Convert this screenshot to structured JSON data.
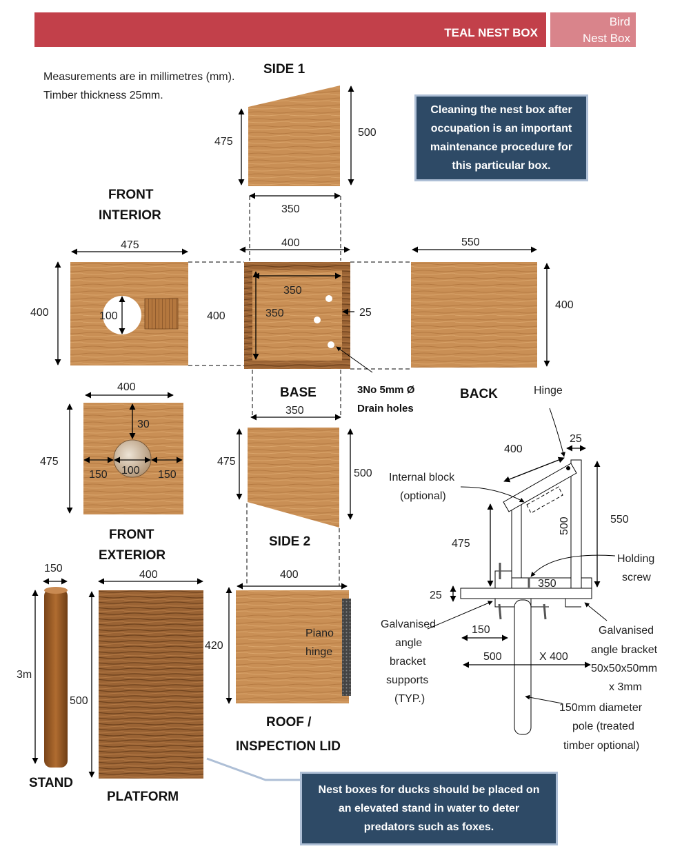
{
  "header": {
    "title": "TEAL NEST BOX",
    "category_line1": "Bird",
    "category_line2": "Nest Box"
  },
  "notes": {
    "measurements": "Measurements are in millimetres (mm).",
    "timber": "Timber thickness 25mm.",
    "cleaning": "Cleaning the nest box after occupation is an important maintenance procedure for this particular box.",
    "ducks": "Nest boxes for ducks should be placed on an elevated stand in water to deter predators such as foxes."
  },
  "labels": {
    "side1": "SIDE 1",
    "front_interior_1": "FRONT",
    "front_interior_2": "INTERIOR",
    "base": "BASE",
    "back": "BACK",
    "drain_1": "3No 5mm Ø",
    "drain_2": "Drain holes",
    "front_exterior_1": "FRONT",
    "front_exterior_2": "EXTERIOR",
    "side2": "SIDE 2",
    "roof_1": "ROOF /",
    "roof_2": "INSPECTION LID",
    "piano_1": "Piano",
    "piano_2": "hinge",
    "stand": "STAND",
    "platform": "PLATFORM",
    "hinge": "Hinge",
    "internal_block_1": "Internal block",
    "internal_block_2": "(optional)",
    "holding_1": "Holding",
    "holding_2": "screw",
    "galv_1": "Galvanised",
    "galv_2": "angle",
    "galv_3": "bracket",
    "galv_4": "supports",
    "galv_5": "(TYP.)",
    "angle_1": "Galvanised",
    "angle_2": "angle bracket",
    "angle_3": "50x50x50mm",
    "angle_4": "x 3mm",
    "pole_1": "150mm diameter",
    "pole_2": "pole (treated",
    "pole_3": "timber optional)"
  },
  "dims": {
    "side1_475": "475",
    "side1_500": "500",
    "side1_350": "350",
    "fi_475": "475",
    "fi_400": "400",
    "fi_100": "100",
    "base_400w": "400",
    "base_400h": "400",
    "base_350a": "350",
    "base_350b": "350",
    "base_25": "25",
    "base_350c": "350",
    "back_550": "550",
    "back_400": "400",
    "fe_400": "400",
    "fe_30": "30",
    "fe_475": "475",
    "fe_150a": "150",
    "fe_100": "100",
    "fe_150b": "150",
    "s2_475": "475",
    "s2_500": "500",
    "stand_150": "150",
    "stand_3m": "3m",
    "plat_400": "400",
    "plat_500": "500",
    "roof_400": "400",
    "roof_420": "420",
    "a_25top": "25",
    "a_400": "400",
    "a_550": "550",
    "a_500v": "500",
    "a_475": "475",
    "a_350": "350",
    "a_25": "25",
    "a_150": "150",
    "a_500": "500",
    "a_x400": "X 400"
  },
  "colors": {
    "header": "#c2404a",
    "header_sub": "#d9848b",
    "note_bg": "#2e4a66",
    "note_border": "#aebfd6",
    "wood": "#c98f55",
    "wood_dark": "#8f5a2c",
    "pole": "#a0612a"
  }
}
